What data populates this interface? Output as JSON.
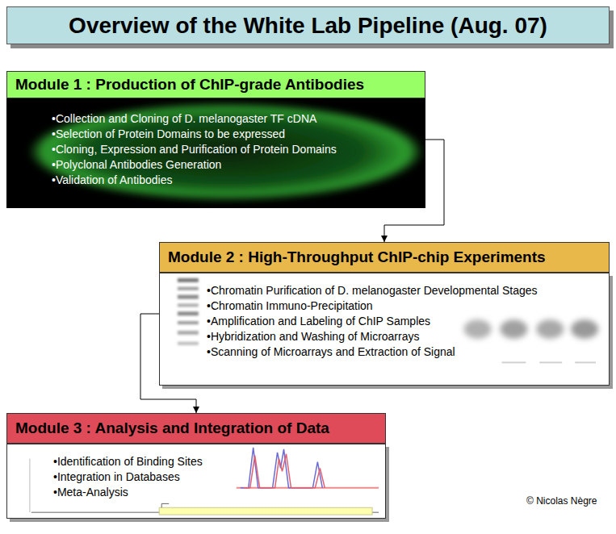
{
  "diagram": {
    "title": "Overview of the White Lab Pipeline (Aug. 07)",
    "nodes": [
      {
        "text": [
          "Module 1 : Production of ChIP-grade Antibodies",
          "•Collection and Cloning of D. melanogaster TF cDNA",
          "•Selection of Protein Domains to be expressed",
          "•Cloning, Expression and Purification of Protein Domains",
          "•Polyclonal Antibodies Generation",
          "•Validation of Antibodies"
        ]
      },
      {
        "text": [
          "Module 2 : High-Throughput ChIP-chip Experiments",
          "•Chromatin Purification of D. melanogaster Developmental Stages",
          "•Chromatin Immuno-Precipitation",
          "•Amplification and Labeling of ChIP Samples",
          "•Hybridization and Washing of Microarrays",
          "•Scanning of Microarrays and Extraction of Signal"
        ]
      },
      {
        "text": [
          "Module 3 : Analysis and Integration of Data",
          "•Identification of Binding Sites",
          "•Integration in Databases",
          "•Meta-Analysis"
        ]
      }
    ],
    "edges": [
      {
        "from": 0,
        "to": 1,
        "arrow": "to"
      },
      {
        "from": 1,
        "to": 2,
        "arrow": "to"
      }
    ],
    "labels": [
      "© Nicolas Nègre"
    ]
  }
}
